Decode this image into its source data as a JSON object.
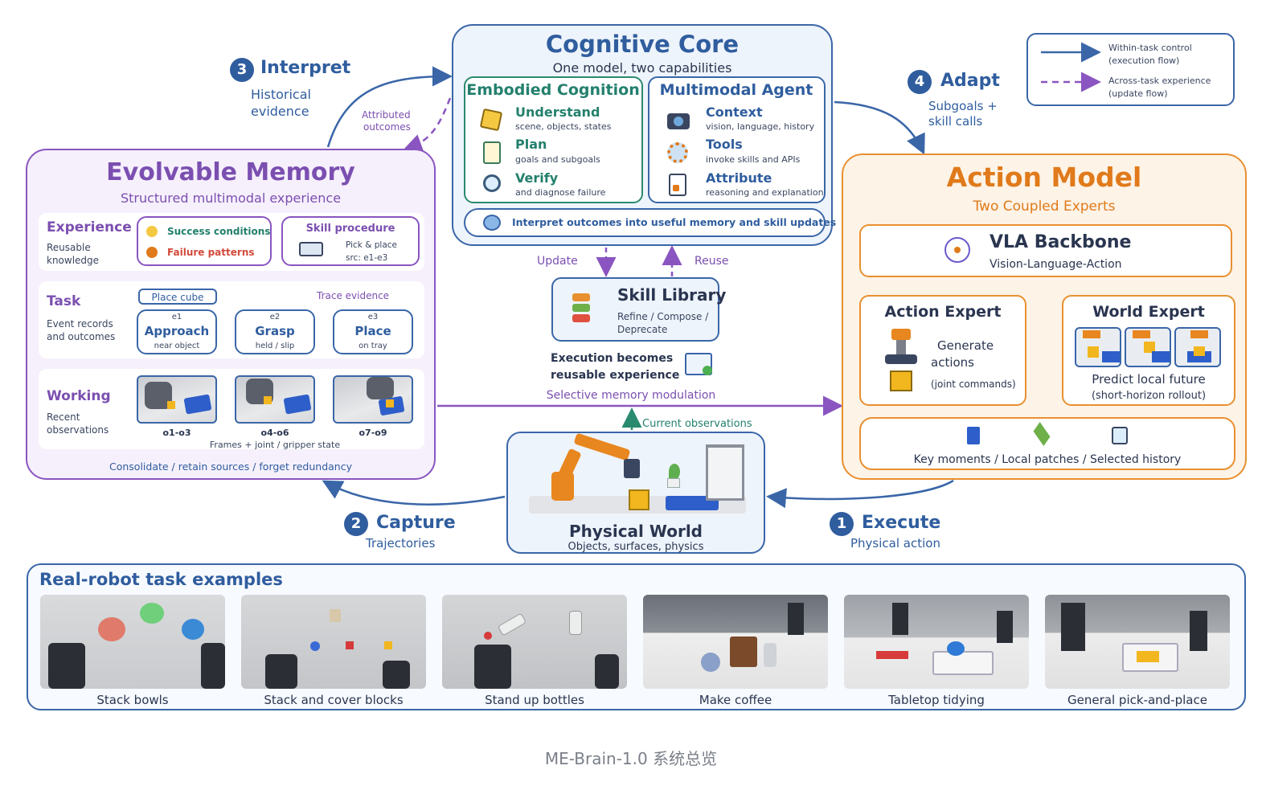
{
  "legend": {
    "within_label": "Within-task control",
    "within_sub": "(execution flow)",
    "across_label": "Across-task experience",
    "across_sub": "(update flow)"
  },
  "steps": {
    "interpret": {
      "num": "3",
      "title": "Interpret",
      "sub1": "Historical",
      "sub2": "evidence"
    },
    "adapt": {
      "num": "4",
      "title": "Adapt",
      "sub1": "Subgoals +",
      "sub2": "skill calls"
    },
    "capture": {
      "num": "2",
      "title": "Capture",
      "sub": "Trajectories"
    },
    "execute": {
      "num": "1",
      "title": "Execute",
      "sub": "Physical action"
    }
  },
  "attributed": {
    "l1": "Attributed",
    "l2": "outcomes"
  },
  "cognitive_core": {
    "title": "Cognitive Core",
    "subtitle": "One model, two capabilities",
    "embodied": {
      "title": "Embodied Cognition",
      "items": [
        {
          "label": "Understand",
          "desc": "scene, objects, states"
        },
        {
          "label": "Plan",
          "desc": "goals and subgoals"
        },
        {
          "label": "Verify",
          "desc": "and diagnose failure"
        }
      ]
    },
    "agent": {
      "title": "Multimodal Agent",
      "items": [
        {
          "label": "Context",
          "desc": "vision, language, history"
        },
        {
          "label": "Tools",
          "desc": "invoke skills and APIs"
        },
        {
          "label": "Attribute",
          "desc": "reasoning and explanation"
        }
      ]
    },
    "bottom": "Interpret outcomes into useful memory and skill updates"
  },
  "skill_library": {
    "update": "Update",
    "reuse": "Reuse",
    "title": "Skill Library",
    "desc1": "Refine / Compose /",
    "desc2": "Deprecate",
    "exec1": "Execution becomes",
    "exec2": "reusable experience",
    "selective": "Selective memory modulation",
    "current": "Current observations"
  },
  "memory": {
    "title": "Evolvable Memory",
    "subtitle": "Structured multimodal experience",
    "experience": {
      "label": "Experience",
      "desc1": "Reusable",
      "desc2": "knowledge",
      "success": "Success conditions",
      "failure": "Failure patterns",
      "skill_title": "Skill procedure",
      "skill_desc1": "Pick & place",
      "skill_desc2": "src: e1-e3"
    },
    "task": {
      "label": "Task",
      "desc1": "Event records",
      "desc2": "and outcomes",
      "place_cube": "Place cube",
      "trace": "Trace evidence",
      "events": [
        {
          "id": "e1",
          "name": "Approach",
          "sub": "near object"
        },
        {
          "id": "e2",
          "name": "Grasp",
          "sub": "held / slip"
        },
        {
          "id": "e3",
          "name": "Place",
          "sub": "on tray"
        }
      ]
    },
    "working": {
      "label": "Working",
      "desc1": "Recent",
      "desc2": "observations",
      "frames": [
        "o1-o3",
        "o4-o6",
        "o7-o9"
      ],
      "footer": "Frames + joint / gripper state"
    },
    "bottom": "Consolidate / retain sources / forget redundancy"
  },
  "action_model": {
    "title": "Action Model",
    "subtitle": "Two Coupled Experts",
    "vla_title": "VLA Backbone",
    "vla_sub": "Vision-Language-Action",
    "action_expert": {
      "title": "Action Expert",
      "l1": "Generate",
      "l2": "actions",
      "l3": "(joint commands)"
    },
    "world_expert": {
      "title": "World Expert",
      "l1": "Predict local future",
      "l2": "(short-horizon rollout)"
    },
    "bottom": "Key moments / Local patches / Selected history"
  },
  "physical_world": {
    "title": "Physical World",
    "sub": "Objects, surfaces, physics"
  },
  "examples": {
    "title": "Real-robot task examples",
    "items": [
      "Stack bowls",
      "Stack and cover blocks",
      "Stand up bottles",
      "Make coffee",
      "Tabletop tidying",
      "General pick-and-place"
    ]
  },
  "caption": "ME-Brain-1.0 系统总览"
}
